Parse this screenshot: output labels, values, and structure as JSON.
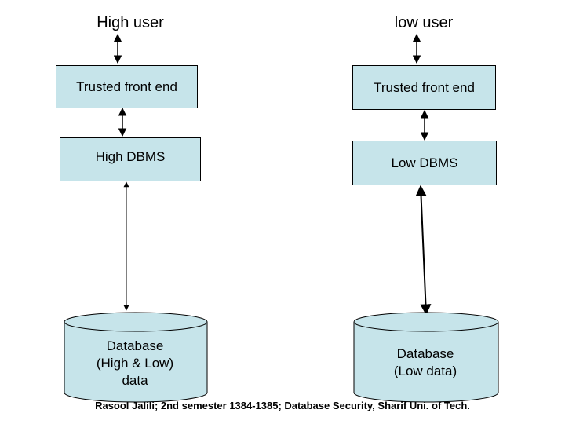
{
  "left": {
    "user": "High user",
    "front_end": "Trusted front end",
    "dbms": "High DBMS",
    "database_lines": [
      "Database",
      "(High & Low)",
      "data"
    ]
  },
  "right": {
    "user": "low user",
    "front_end": "Trusted front end",
    "dbms": "Low DBMS",
    "database_lines": [
      "Database",
      "(Low data)"
    ]
  },
  "footer": "Rasool Jalili; 2nd semester 1384-1385; Database Security, Sharif Uni. of Tech.",
  "colors": {
    "box_fill": "#c6e4ea",
    "stroke": "#000000"
  }
}
